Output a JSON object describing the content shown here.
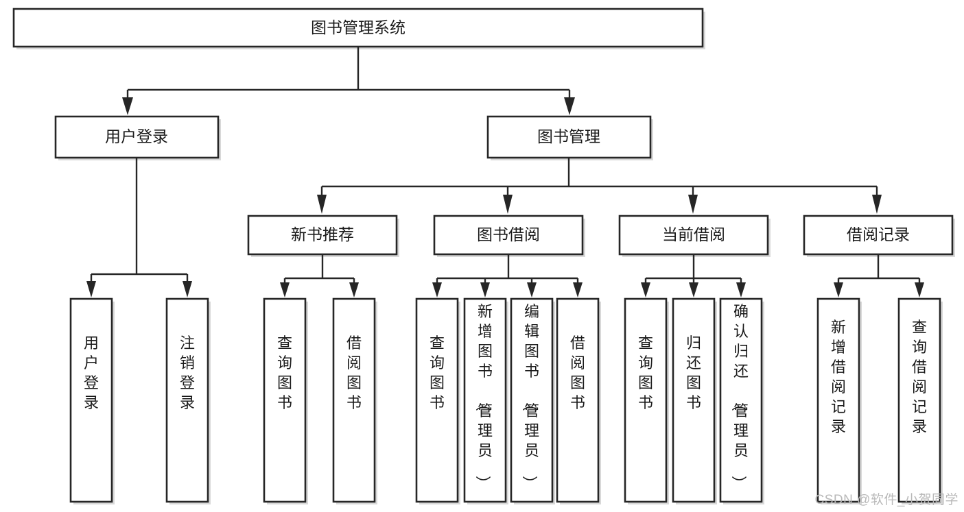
{
  "diagram": {
    "title": "图书管理系统",
    "type": "tree",
    "watermark": "CSDN @软件_小贺同学",
    "colors": {
      "stroke": "#262626",
      "fill": "#ffffff",
      "text": "#1a1a1a",
      "watermark": "#b9b9b9"
    },
    "levels": {
      "root": {
        "label": "图书管理系统"
      },
      "level2": [
        {
          "label": "用户登录"
        },
        {
          "label": "图书管理"
        }
      ],
      "level3": [
        {
          "label": "新书推荐"
        },
        {
          "label": "图书借阅"
        },
        {
          "label": "当前借阅"
        },
        {
          "label": "借阅记录"
        }
      ],
      "leaves": [
        {
          "label": "用户登录",
          "parent": "用户登录"
        },
        {
          "label": "注销登录",
          "parent": "用户登录"
        },
        {
          "label": "查询图书",
          "parent": "新书推荐"
        },
        {
          "label": "借阅图书",
          "parent": "新书推荐"
        },
        {
          "label": "查询图书",
          "parent": "图书借阅"
        },
        {
          "label": "新增图书（管理员）",
          "parent": "图书借阅"
        },
        {
          "label": "编辑图书（管理员）",
          "parent": "图书借阅"
        },
        {
          "label": "借阅图书",
          "parent": "图书借阅"
        },
        {
          "label": "查询图书",
          "parent": "当前借阅"
        },
        {
          "label": "归还图书",
          "parent": "当前借阅"
        },
        {
          "label": "确认归还（管理员）",
          "parent": "当前借阅"
        },
        {
          "label": "新增借阅记录",
          "parent": "借阅记录"
        },
        {
          "label": "查询借阅记录",
          "parent": "借阅记录"
        }
      ]
    }
  }
}
